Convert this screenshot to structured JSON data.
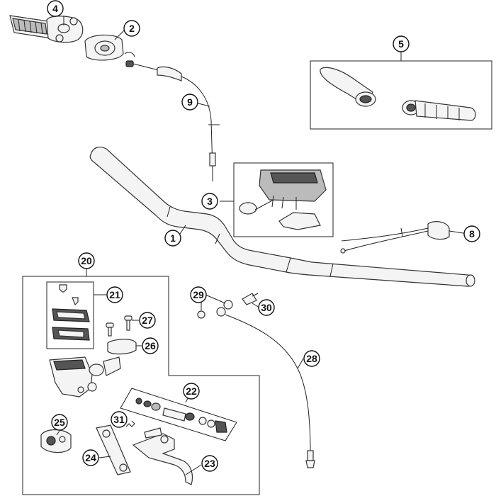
{
  "callouts": [
    {
      "id": "c1",
      "label": "1"
    },
    {
      "id": "c2",
      "label": "2"
    },
    {
      "id": "c3",
      "label": "3"
    },
    {
      "id": "c4",
      "label": "4"
    },
    {
      "id": "c5",
      "label": "5"
    },
    {
      "id": "c8",
      "label": "8"
    },
    {
      "id": "c9",
      "label": "9"
    },
    {
      "id": "c20",
      "label": "20"
    },
    {
      "id": "c21",
      "label": "21"
    },
    {
      "id": "c22",
      "label": "22"
    },
    {
      "id": "c23",
      "label": "23"
    },
    {
      "id": "c24",
      "label": "24"
    },
    {
      "id": "c25",
      "label": "25"
    },
    {
      "id": "c26",
      "label": "26"
    },
    {
      "id": "c27",
      "label": "27"
    },
    {
      "id": "c28",
      "label": "28"
    },
    {
      "id": "c29",
      "label": "29"
    },
    {
      "id": "c30",
      "label": "30"
    },
    {
      "id": "c31",
      "label": "31"
    }
  ],
  "colors": {
    "line": "#222222",
    "fill_light": "#f4f4f4",
    "fill_dark": "#555555"
  }
}
